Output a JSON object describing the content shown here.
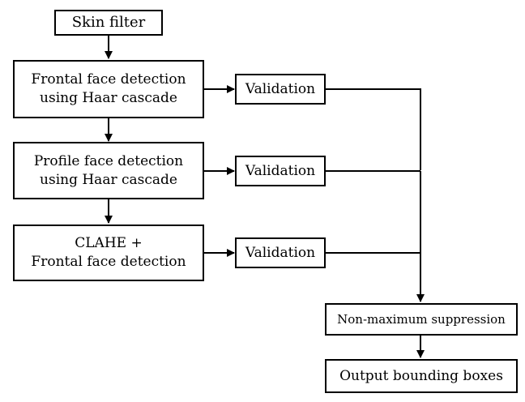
{
  "diagram": {
    "nodes": {
      "skin_filter": "Skin filter",
      "frontal_detection": "Frontal face detection\nusing Haar cascade",
      "profile_detection": "Profile face detection\nusing Haar cascade",
      "clahe_detection": "CLAHE +\nFrontal face detection",
      "validation_1": "Validation",
      "validation_2": "Validation",
      "validation_3": "Validation",
      "nms": "Non-maximum suppression",
      "output": "Output bounding boxes"
    },
    "edges": [
      [
        "skin_filter",
        "frontal_detection"
      ],
      [
        "frontal_detection",
        "profile_detection"
      ],
      [
        "profile_detection",
        "clahe_detection"
      ],
      [
        "frontal_detection",
        "validation_1"
      ],
      [
        "profile_detection",
        "validation_2"
      ],
      [
        "clahe_detection",
        "validation_3"
      ],
      [
        "validation_1",
        "nms"
      ],
      [
        "validation_2",
        "nms"
      ],
      [
        "validation_3",
        "nms"
      ],
      [
        "nms",
        "output"
      ]
    ],
    "colors": {
      "stroke": "#000000",
      "fill": "#ffffff"
    }
  }
}
